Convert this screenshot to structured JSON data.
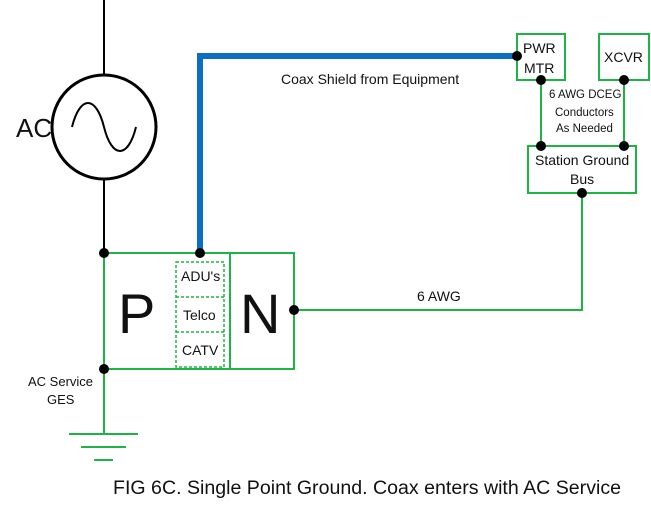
{
  "labels": {
    "ac": "AC",
    "p": "P",
    "n": "N",
    "adus": "ADU's",
    "telco": "Telco",
    "catv": "CATV",
    "pwr_line1": "PWR",
    "pwr_line2": "MTR",
    "xcvr": "XCVR",
    "coax_shield": "Coax Shield from Equipment",
    "dceg_line1": "6 AWG DCEG",
    "dceg_line2": "Conductors",
    "dceg_line3": "As Needed",
    "bus_line1": "Station Ground",
    "bus_line2": "Bus",
    "awg6": "6 AWG",
    "ac_service_line1": "AC Service",
    "ac_service_line2": "GES",
    "caption": "FIG 6C. Single Point Ground. Coax enters with AC Service"
  },
  "colors": {
    "green": "#1db445",
    "blue": "#0a6fc4",
    "black": "#000000"
  },
  "icons": {
    "ac_source": "sine-wave-source-icon",
    "ground": "earth-ground-icon"
  }
}
